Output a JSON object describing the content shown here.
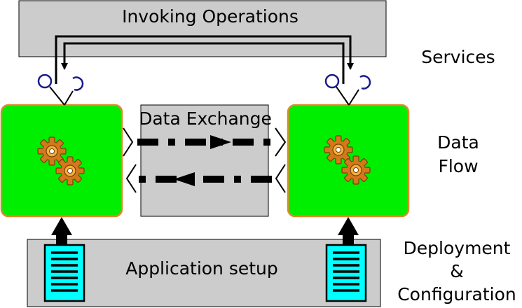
{
  "services_box": {
    "title": "Invoking Operations"
  },
  "layers": {
    "services": "Services",
    "data_flow_line1": "Data",
    "data_flow_line2": "Flow",
    "deployment_line1": "Deployment",
    "deployment_line2": "&",
    "deployment_line3": "Configuration"
  },
  "data_exchange": {
    "title": "Data Exchange"
  },
  "deployment_box": {
    "title": "Application setup"
  },
  "icons": {
    "component": "gears-icon",
    "config_file": "document-icon",
    "provided_interface": "lollipop-icon",
    "required_interface": "socket-icon"
  },
  "colors": {
    "component_fill": "#00ee00",
    "component_border": "#e08a2a",
    "box_fill": "#cccccc",
    "document_fill": "#00ffff",
    "interface_stroke": "#1a1a8c",
    "gear_fill": "#d4781c"
  }
}
